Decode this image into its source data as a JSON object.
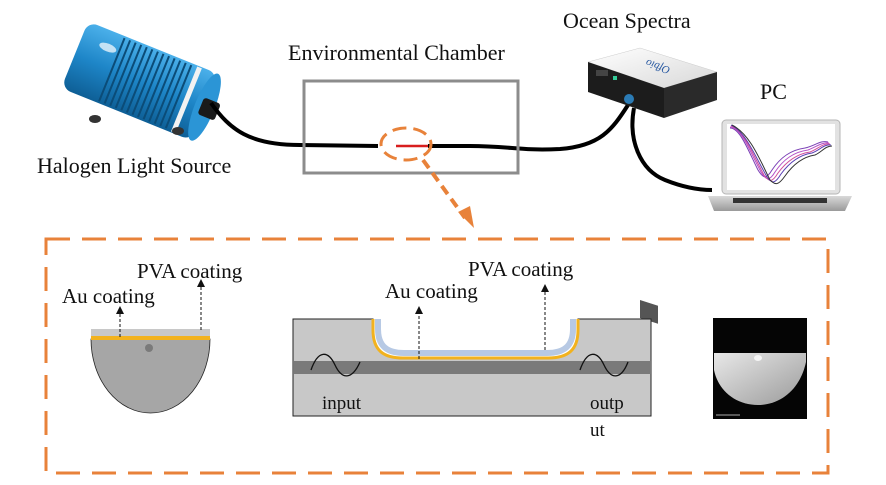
{
  "labels": {
    "light_source": "Halogen Light Source",
    "chamber": "Environmental Chamber",
    "spectrometer": "Ocean Spectra",
    "pc": "PC",
    "spectrometer_brand": "Ofbio"
  },
  "detail": {
    "cross_section": {
      "au_label": "Au coating",
      "pva_label": "PVA coating"
    },
    "side_view": {
      "au_label": "Au coating",
      "pva_label": "PVA coating",
      "input_label": "input",
      "output_label_line1": "outp",
      "output_label_line2": "ut"
    }
  },
  "colors": {
    "callout_orange": "#E8823A",
    "fiber_black": "#000000",
    "sensing_red": "#D81E1E",
    "au_gold": "#F2B21E",
    "pva_blue": "#B7C9E4",
    "cladding_gray": "#C8C8C8",
    "core_gray": "#7A7A7A",
    "d_fiber_gray": "#A6A6A6",
    "chamber_gray": "#8C8C8C",
    "light_source_blue": "#1E86C8"
  }
}
